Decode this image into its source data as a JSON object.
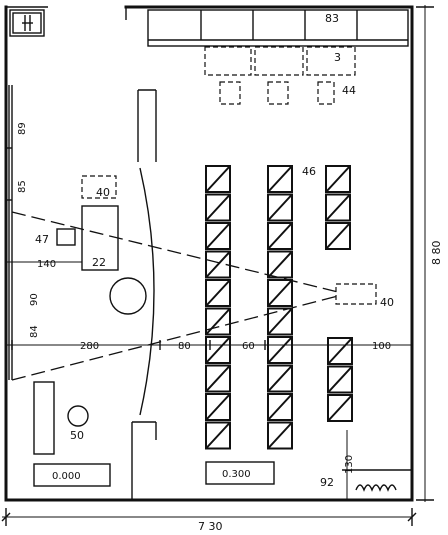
{
  "labels": {
    "cabinet_count": "83",
    "dashed_count": "3",
    "dashed_small": "44",
    "seat_rows": "46",
    "lectern_top": "40",
    "speaker_box": "47",
    "offset_140": "140",
    "desk": "22",
    "window_89": "89",
    "window_85": "85",
    "window_90": "90",
    "window_84": "84",
    "projector": "40",
    "dist_280": "280",
    "dist_80": "80",
    "dist_60": "60",
    "dist_100": "100",
    "circle_50": "50",
    "height_130": "130",
    "corner_92": "92",
    "floor_left": "0.000",
    "floor_right": "0.300",
    "room_width": "7 30",
    "room_depth": "8 80"
  }
}
